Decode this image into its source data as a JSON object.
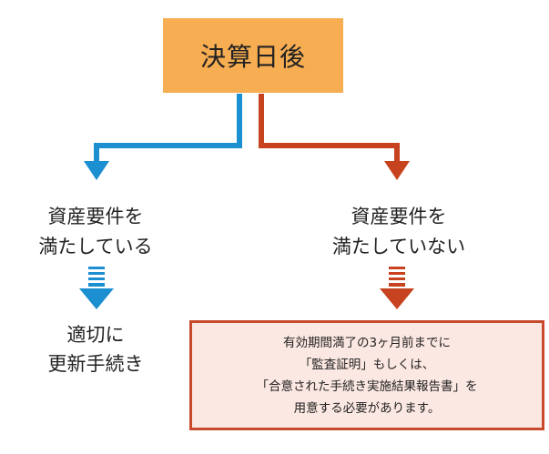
{
  "top": {
    "label": "決算日後"
  },
  "branches": {
    "left": {
      "line1": "資産要件を",
      "line2": "満たしている",
      "result_line1": "適切に",
      "result_line2": "更新手続き"
    },
    "right": {
      "line1": "資産要件を",
      "line2": "満たしていない",
      "note_lines": [
        "有効期間満了の3ヶ月前までに",
        "「監査証明」もしくは、",
        "「合意された手続き実施結果報告書」を",
        "用意する必要があります。"
      ]
    }
  },
  "colors": {
    "top_box": "#f7ad52",
    "left_branch": "#1b8fd0",
    "right_branch": "#c7431f",
    "note_border": "#c84a2c",
    "note_fill": "#fce8e2"
  }
}
